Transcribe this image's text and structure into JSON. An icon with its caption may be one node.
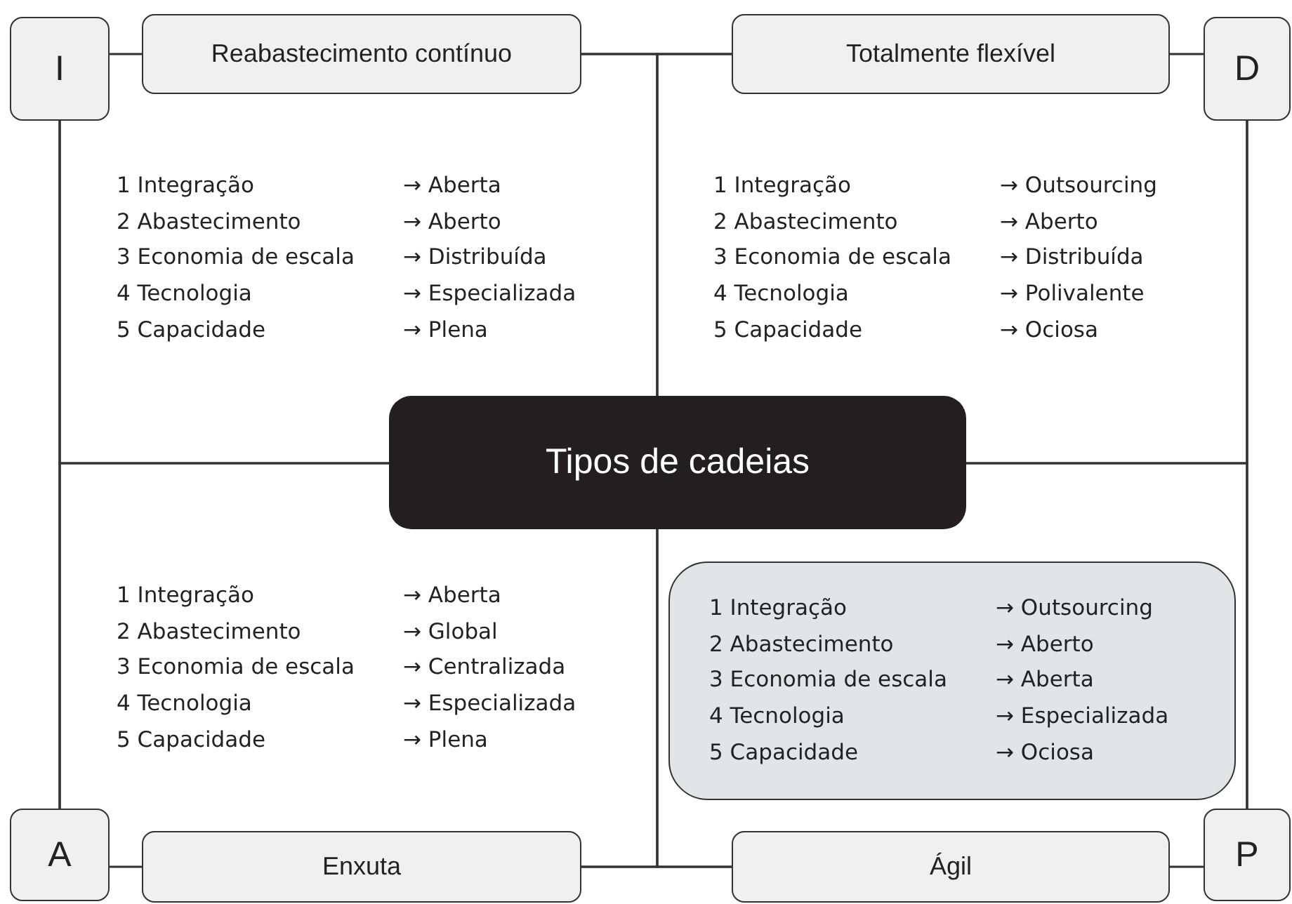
{
  "diagram": {
    "nodes": [
      {
        "text": [
          "I"
        ]
      },
      {
        "text": [
          "Reabastecimento contínuo"
        ]
      },
      {
        "text": [
          "Totalmente flexível"
        ]
      },
      {
        "text": [
          "D"
        ]
      },
      {
        "text": [
          "Tipos de cadeias"
        ]
      },
      {
        "text": [
          "1 Integração",
          "→ Outsourcing",
          "2 Abastecimento",
          "→ Aberto",
          "3 Economia de escala",
          "→ Aberta",
          "4 Tecnologia",
          "→ Especializada",
          "5 Capacidade",
          "→ Ociosa"
        ]
      },
      {
        "text": [
          "A"
        ]
      },
      {
        "text": [
          "Enxuta"
        ]
      },
      {
        "text": [
          "Ágil"
        ]
      },
      {
        "text": [
          "P"
        ]
      }
    ],
    "edges": [
      {
        "from": 0,
        "to": 1,
        "arrow": "none"
      },
      {
        "from": 1,
        "to": 2,
        "arrow": "none"
      },
      {
        "from": 2,
        "to": 3,
        "arrow": "none"
      },
      {
        "from": 0,
        "to": 6,
        "arrow": "none"
      },
      {
        "from": 3,
        "to": 9,
        "arrow": "none"
      },
      {
        "from": 6,
        "to": 7,
        "arrow": "none"
      },
      {
        "from": 7,
        "to": 8,
        "arrow": "none"
      },
      {
        "from": 8,
        "to": 9,
        "arrow": "none"
      },
      {
        "from": 1,
        "to": 4,
        "arrow": "none"
      },
      {
        "from": 2,
        "to": 4,
        "arrow": "none"
      },
      {
        "from": 0,
        "to": 4,
        "arrow": "none"
      },
      {
        "from": 6,
        "to": 4,
        "arrow": "none"
      },
      {
        "from": 3,
        "to": 4,
        "arrow": "none"
      },
      {
        "from": 9,
        "to": 4,
        "arrow": "none"
      },
      {
        "from": 7,
        "to": 4,
        "arrow": "none"
      },
      {
        "from": 8,
        "to": 4,
        "arrow": "none"
      }
    ],
    "labels": [
      "1 Integração",
      "→ Aberta",
      "2 Abastecimento",
      "→ Aberto",
      "3 Economia de escala",
      "→ Distribuída",
      "4 Tecnologia",
      "→ Especializada",
      "5 Capacidade",
      "→ Plena",
      "1 Integração",
      "→ Outsourcing",
      "2 Abastecimento",
      "→ Aberto",
      "3 Economia de escala",
      "→ Distribuída",
      "4 Tecnologia",
      "→ Polivalente",
      "5 Capacidade",
      "→ Ociosa",
      "1 Integração",
      "→ Aberta",
      "2 Abastecimento",
      "→ Global",
      "3 Economia de escala",
      "→ Centralizada",
      "4 Tecnologia",
      "→ Especializada",
      "5 Capacidade",
      "→ Plena"
    ]
  }
}
